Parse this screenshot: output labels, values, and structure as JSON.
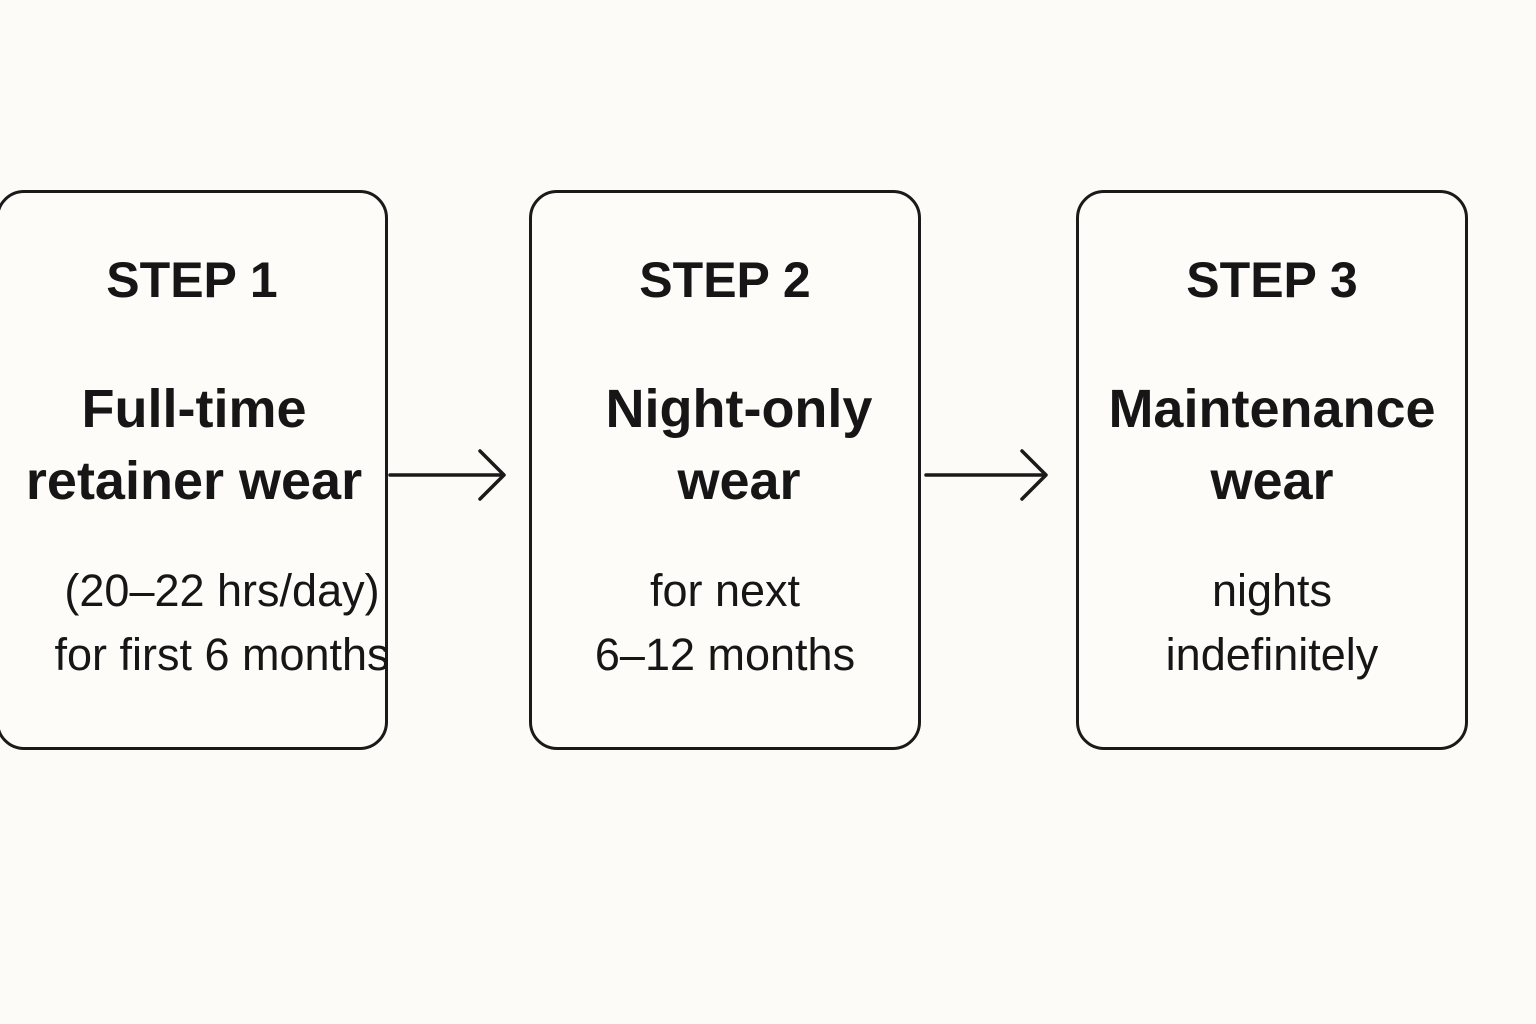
{
  "steps": [
    {
      "label": "STEP 1",
      "title_lines": [
        "Full-time",
        "retainer wear"
      ],
      "detail_lines": [
        "(20–22 hrs/day)",
        "for first 6 months"
      ]
    },
    {
      "label": "STEP 2",
      "title_lines": [
        "Night-only",
        "wear"
      ],
      "detail_lines": [
        "for next",
        "6–12 months"
      ]
    },
    {
      "label": "STEP 3",
      "title_lines": [
        "Maintenance",
        "wear"
      ],
      "detail_lines": [
        "nights",
        "indefinitely"
      ]
    }
  ],
  "colors": {
    "background": "#fcfbf7",
    "stroke": "#1a1a1a",
    "text": "#161616"
  },
  "icons": [
    "arrow-right-icon",
    "arrow-right-icon"
  ]
}
